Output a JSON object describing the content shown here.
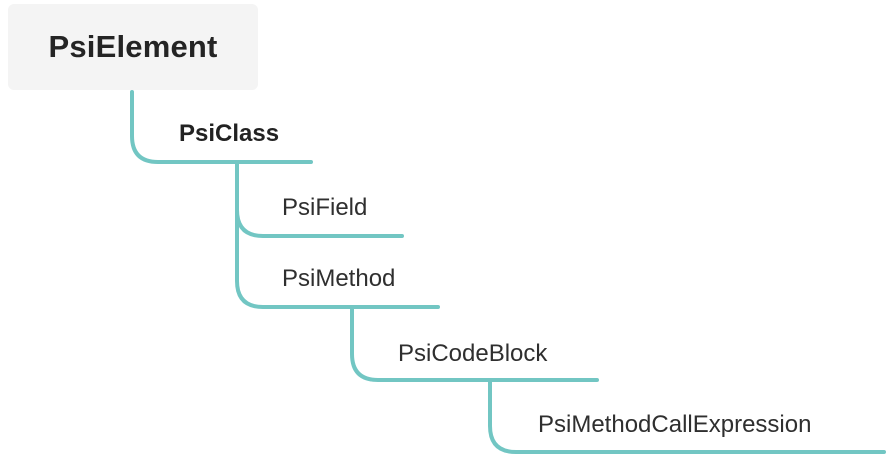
{
  "diagram": {
    "root": {
      "label": "PsiElement"
    },
    "nodes": [
      {
        "id": "psi-class",
        "label": "PsiClass",
        "parent": "PsiElement",
        "level": 1
      },
      {
        "id": "psi-field",
        "label": "PsiField",
        "parent": "PsiClass",
        "level": 2
      },
      {
        "id": "psi-method",
        "label": "PsiMethod",
        "parent": "PsiClass",
        "level": 2
      },
      {
        "id": "psi-code-block",
        "label": "PsiCodeBlock",
        "parent": "PsiMethod",
        "level": 3
      },
      {
        "id": "psi-method-call-expression",
        "label": "PsiMethodCallExpression",
        "parent": "PsiCodeBlock",
        "level": 4
      }
    ],
    "connector_color": "#72c6c3"
  }
}
